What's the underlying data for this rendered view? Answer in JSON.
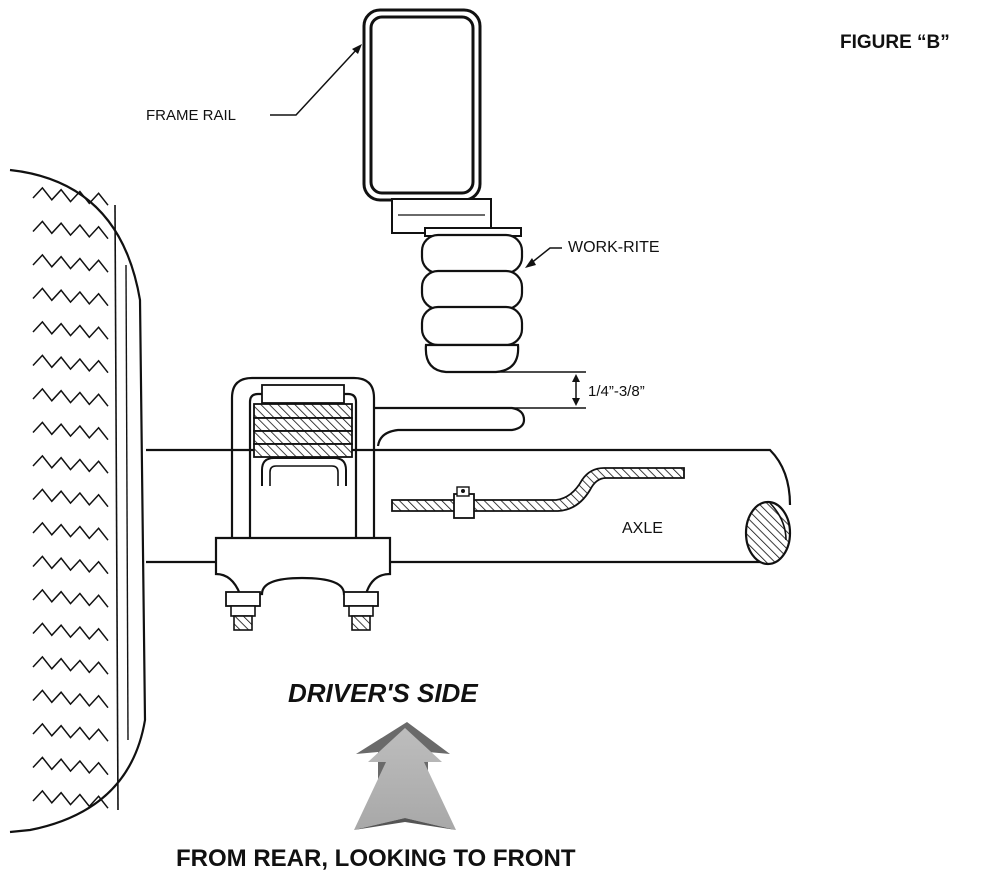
{
  "figure_label": "FIGURE “B”",
  "labels": {
    "frame_rail": "FRAME RAIL",
    "work_rite": "WORK-RITE",
    "gap": "1/4”-3/8”",
    "axle": "AXLE"
  },
  "view": {
    "side": "DRIVER'S SIDE",
    "caption": "FROM REAR, LOOKING TO FRONT"
  }
}
